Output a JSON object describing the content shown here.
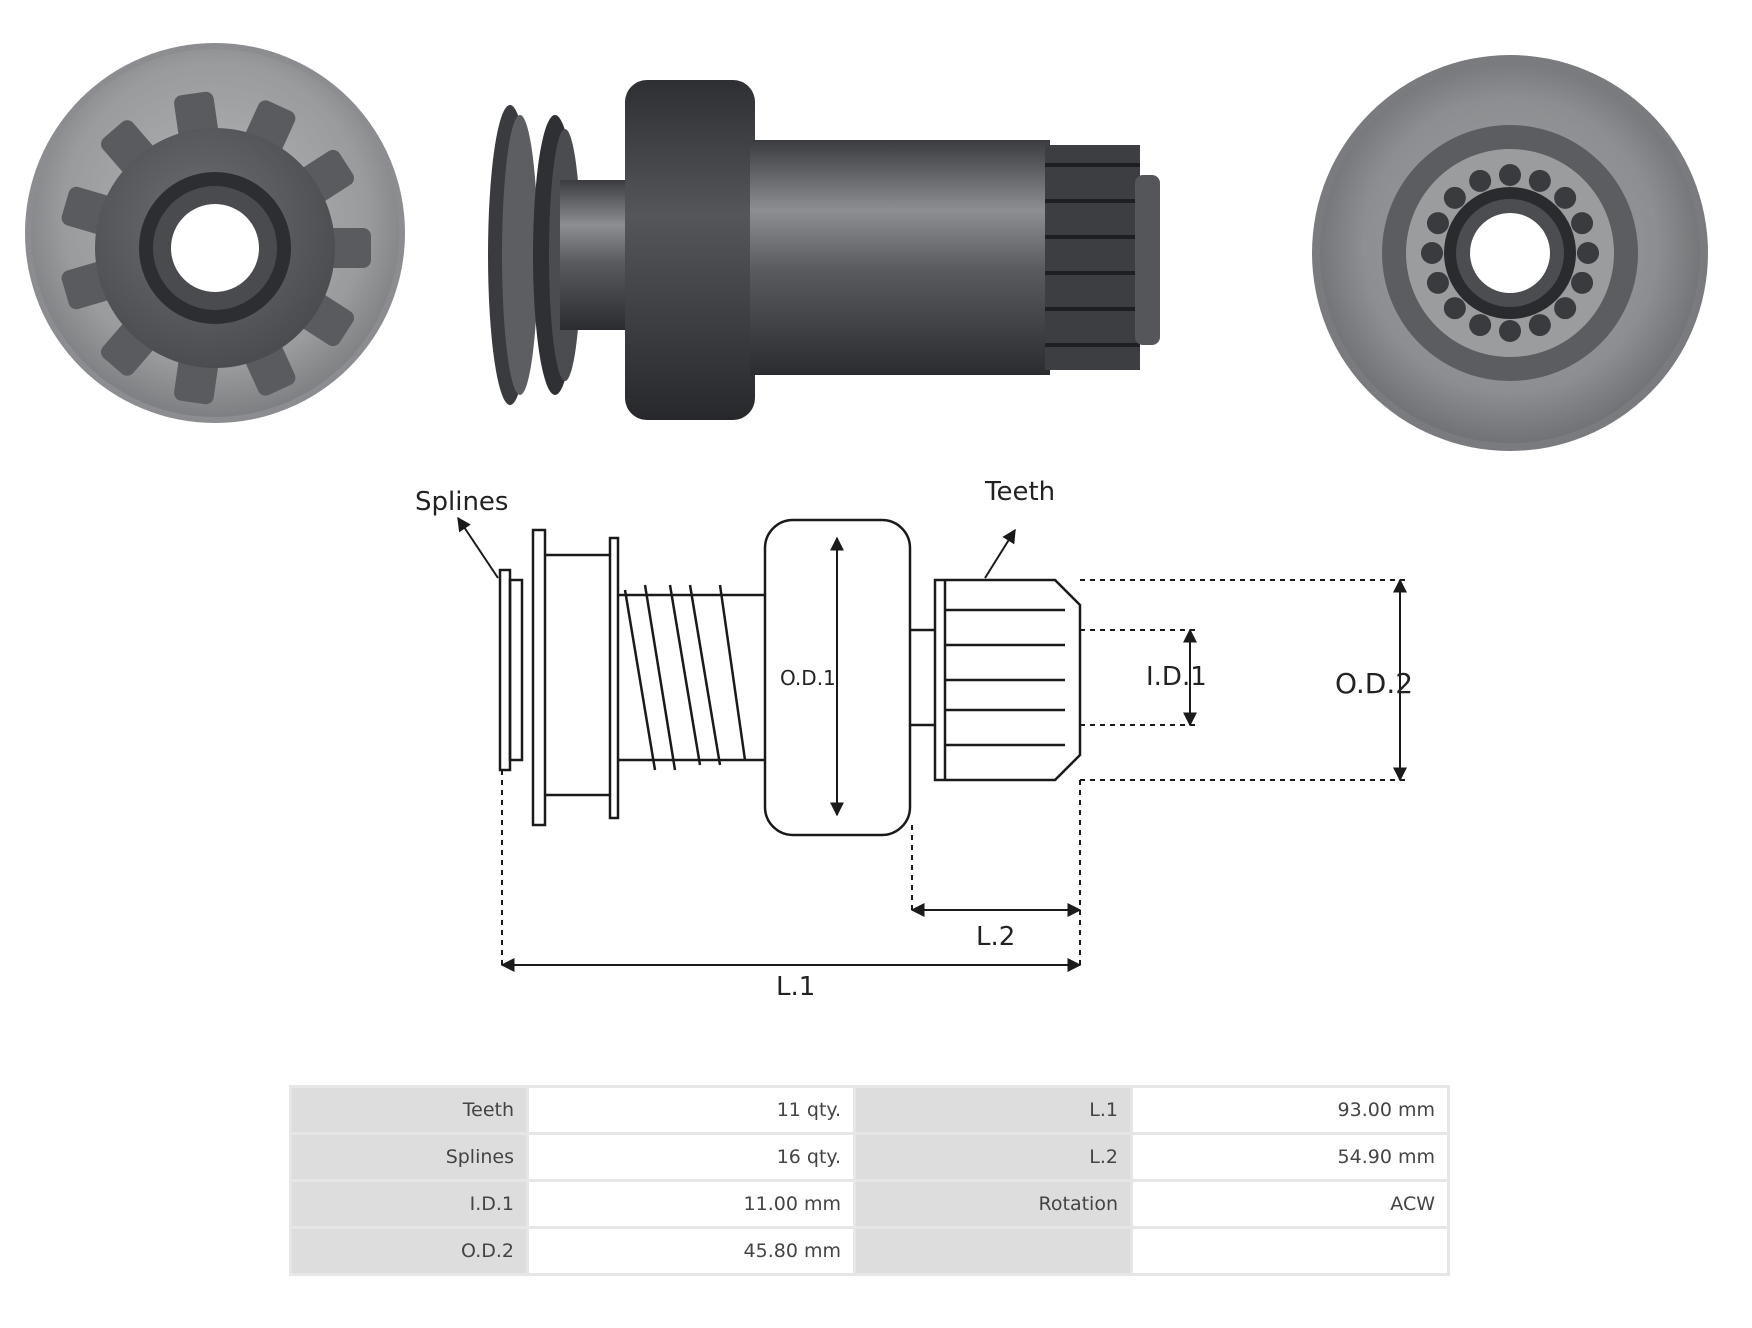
{
  "diagram": {
    "labels": {
      "splines": "Splines",
      "teeth": "Teeth",
      "od1": "O.D.1",
      "id1": "I.D.1",
      "od2": "O.D.2",
      "l1": "L.1",
      "l2": "L.2"
    }
  },
  "specs": {
    "rows": [
      [
        {
          "label": "Teeth",
          "value": "11 qty."
        },
        {
          "label": "L.1",
          "value": "93.00 mm"
        }
      ],
      [
        {
          "label": "Splines",
          "value": "16 qty."
        },
        {
          "label": "L.2",
          "value": "54.90 mm"
        }
      ],
      [
        {
          "label": "I.D.1",
          "value": "11.00 mm"
        },
        {
          "label": "Rotation",
          "value": "ACW"
        }
      ],
      [
        {
          "label": "O.D.2",
          "value": "45.80 mm"
        },
        {
          "label": "",
          "value": ""
        }
      ]
    ]
  },
  "colors": {
    "metal_dark": "#3f4146",
    "metal_light": "#a3a4a6",
    "line": "#1a1a1a"
  }
}
